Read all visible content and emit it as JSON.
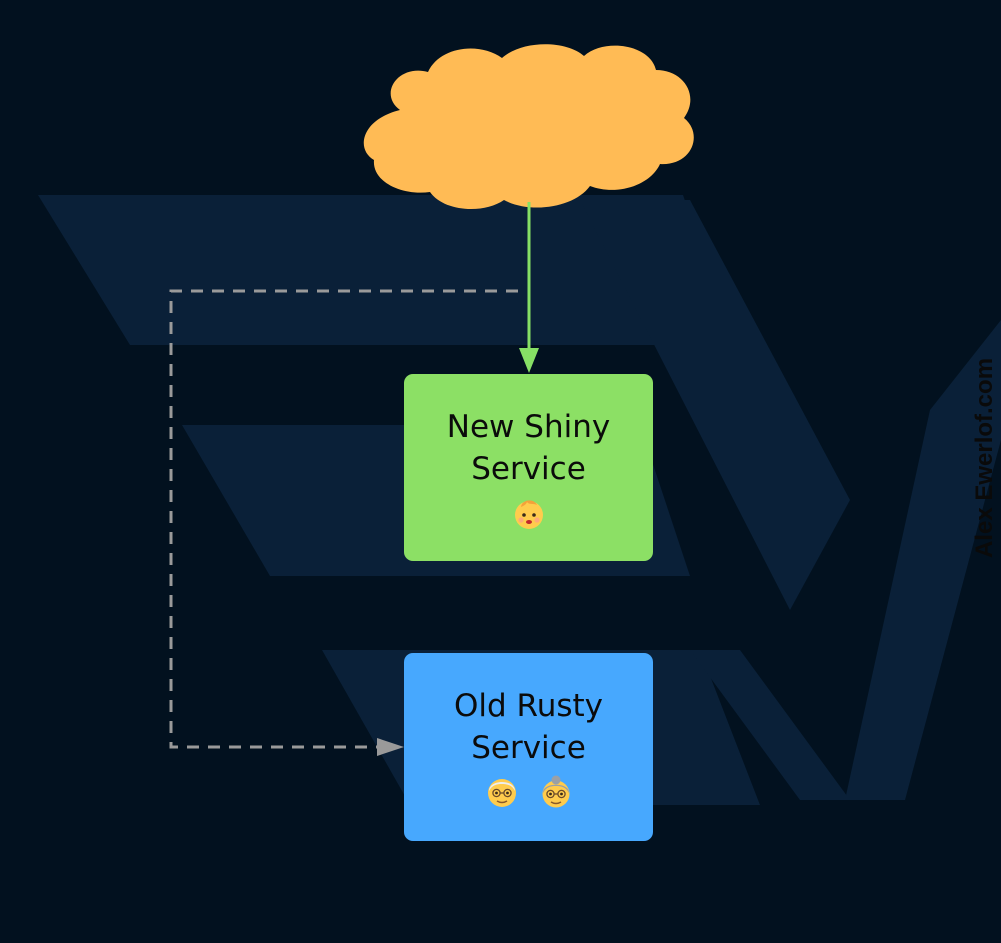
{
  "diagram": {
    "nodes": {
      "cloud": {
        "label": ""
      },
      "new_service": {
        "label": "New Shiny\nService",
        "emoji": "baby-face"
      },
      "old_service": {
        "label": "Old Rusty\nService",
        "emojis": [
          "old-man-face",
          "old-woman-face"
        ]
      }
    },
    "edges": [
      {
        "from": "cloud",
        "to": "new_service",
        "style": "solid"
      },
      {
        "from": "cloud",
        "to": "old_service",
        "style": "dashed"
      }
    ]
  },
  "watermark": "Alex Ewerlof.com",
  "colors": {
    "background": "#02111f",
    "logo": "#0a2038",
    "cloud": "#ffbb55",
    "new_service": "#8ce065",
    "old_service": "#47a8fe",
    "solid_edge": "#86e065",
    "dashed_edge": "#9a9a9a"
  }
}
